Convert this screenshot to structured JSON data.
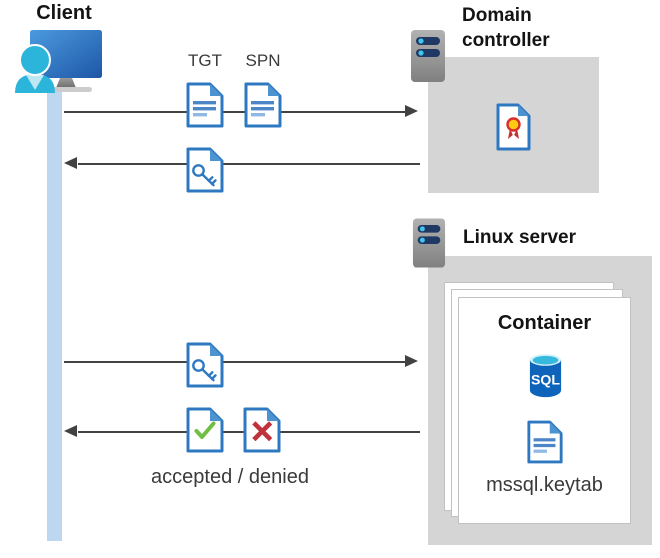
{
  "diagram": {
    "client": {
      "label": "Client"
    },
    "domain_controller": {
      "label": "Domain controller"
    },
    "linux_server": {
      "label": "Linux server"
    },
    "container": {
      "title": "Container",
      "sql_badge": "SQL",
      "keytab_label": "mssql.keytab"
    },
    "messages": {
      "tgt_label": "TGT",
      "spn_label": "SPN",
      "accepted_denied_label": "accepted / denied"
    },
    "colors": {
      "doc_border_blue": "#2E78C2",
      "doc_fold_blue": "#4C93CF",
      "doc_line_blue": "#4C86C6",
      "doc_line_light_blue": "#8FB8E4",
      "check_green": "#6FBF44",
      "deny_red": "#C1333C",
      "sql_body_blue": "#0E63BA",
      "sql_top_cyan": "#37B9DE",
      "panel_gray": "#D5D5D5",
      "arrow_gray": "#424242",
      "lifeline_blue": "#BDD7F0",
      "server_bar_navy": "#1F3864",
      "server_dot_cyan": "#3FC6EA",
      "cert_seal_yellow": "#FFC914",
      "cert_seal_red": "#C5302E",
      "person_cyan": "#2BB5DB"
    }
  }
}
